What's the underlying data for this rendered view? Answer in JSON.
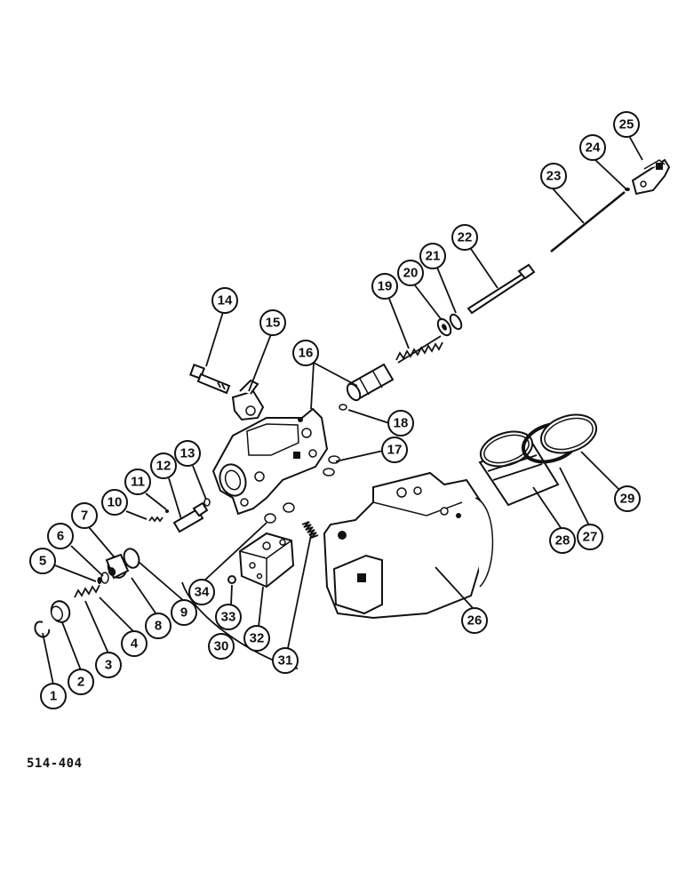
{
  "figure_code": "514-404",
  "callouts": [
    "1",
    "2",
    "3",
    "4",
    "5",
    "6",
    "7",
    "8",
    "9",
    "10",
    "11",
    "12",
    "13",
    "14",
    "15",
    "16",
    "17",
    "18",
    "19",
    "20",
    "21",
    "22",
    "23",
    "24",
    "25",
    "26",
    "27",
    "28",
    "29",
    "30",
    "31",
    "32",
    "33",
    "34"
  ],
  "colors": {
    "ink": "#111111",
    "paper": "#ffffff"
  }
}
